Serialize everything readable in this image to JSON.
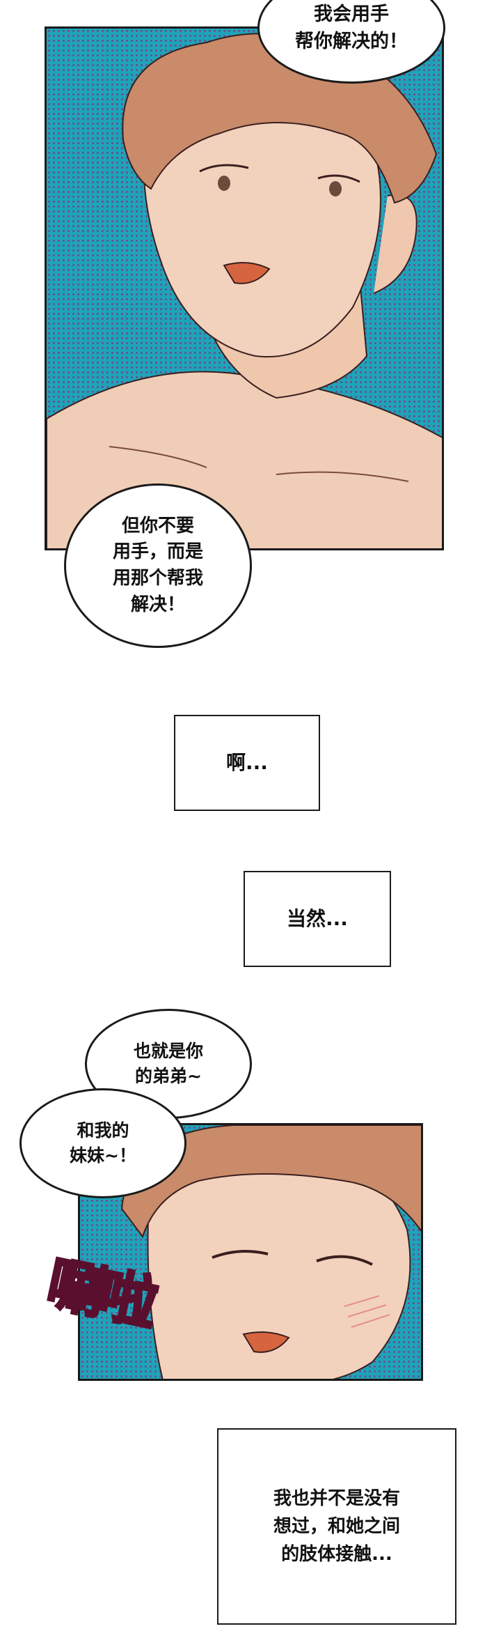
{
  "panels": {
    "top": {
      "bubble_top": "我会用手\n帮你解决的！",
      "bubble_bottom": "但你不要\n用手，而是\n用那个帮我\n解决！"
    },
    "boxes": {
      "box1": "啊...",
      "box2": "当然..."
    },
    "bottom": {
      "bubble_a": "也就是你\n的弟弟~",
      "bubble_b": "和我的\n妹妹~！",
      "sfx": "唰啦"
    },
    "final_box": "我也并不是没有\n想过，和她之间\n的肢体接触..."
  },
  "colors": {
    "halftone": "#1fa3b8",
    "skin": "#f0cdb6",
    "hair": "#c98b6a",
    "sfx": "#c02a5e"
  }
}
